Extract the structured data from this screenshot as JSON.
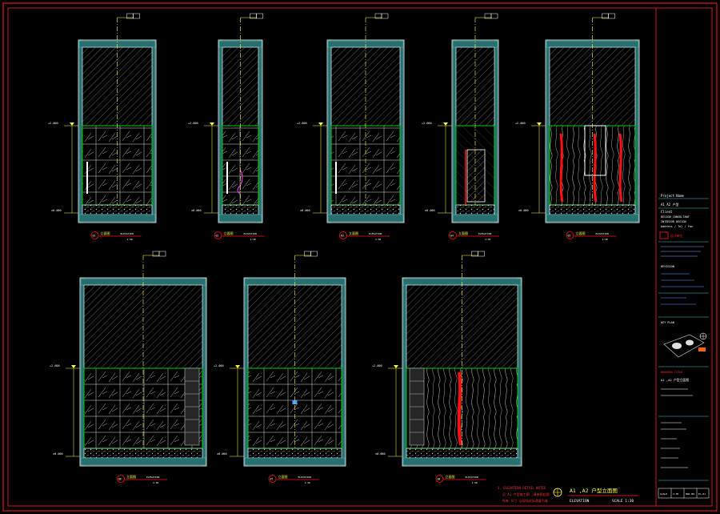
{
  "sheet_title": "A1 ,A2 户型立面图",
  "sheet_subtitle": "ELEVATION",
  "sheet_scale": "SCALE 1:30",
  "notes": [
    "1. ELEVATION DETAIL NOTES",
    "见 A1 户型施工图 ,请参照此图",
    "所有 尺寸 以现场实际测量为准"
  ],
  "elevations": [
    {
      "num": "01",
      "cn": "立面图",
      "en": "ELEVATION",
      "scale": "1:30",
      "lvl_mark": "+2.600",
      "floor_mark": "±0.000"
    },
    {
      "num": "02",
      "cn": "立面图",
      "en": "ELEVATION",
      "scale": "1:30",
      "lvl_mark": "+2.600",
      "floor_mark": "±0.000"
    },
    {
      "num": "03",
      "cn": "立面图",
      "en": "ELEVATION",
      "scale": "1:30",
      "lvl_mark": "+2.600",
      "floor_mark": "±0.000"
    },
    {
      "num": "04",
      "cn": "立面图",
      "en": "ELEVATION",
      "scale": "1:30",
      "lvl_mark": "+2.600",
      "floor_mark": "±0.000"
    },
    {
      "num": "05",
      "cn": "立面图",
      "en": "ELEVATION",
      "scale": "1:30",
      "lvl_mark": "+2.600",
      "floor_mark": "±0.000"
    },
    {
      "num": "06",
      "cn": "立面图",
      "en": "ELEVATION",
      "scale": "1:30",
      "lvl_mark": "+2.600",
      "floor_mark": "±0.000"
    },
    {
      "num": "07",
      "cn": "立面图",
      "en": "ELEVATION",
      "scale": "1:30",
      "lvl_mark": "+2.600",
      "floor_mark": "±0.000"
    },
    {
      "num": "08",
      "cn": "立面图",
      "en": "ELEVATION",
      "scale": "1:30",
      "lvl_mark": "+2.600",
      "floor_mark": "±0.000"
    }
  ],
  "title_block": {
    "project_label": "Project Name",
    "project_name": "A1 A2 户型",
    "client_label": "Client",
    "lines": [
      "DESIGN CONSULTANT",
      "INTERIOR DESIGN",
      "Address / Tel / Fax",
      "设计单位",
      "REVISION",
      "DRAWING TITLE",
      "A1 ,A2 户型立面图",
      "KEY PLAN"
    ],
    "footer_cells": [
      "SCALE",
      "1:30",
      "DWG NO.",
      "EL-01"
    ]
  },
  "colors": {
    "frame": "#ff2020",
    "wall": "#40c8c8",
    "tile": "#00d000",
    "dim": "#ffff40",
    "text_blue": "#4aa0ff",
    "red_accent": "#ff1010"
  }
}
